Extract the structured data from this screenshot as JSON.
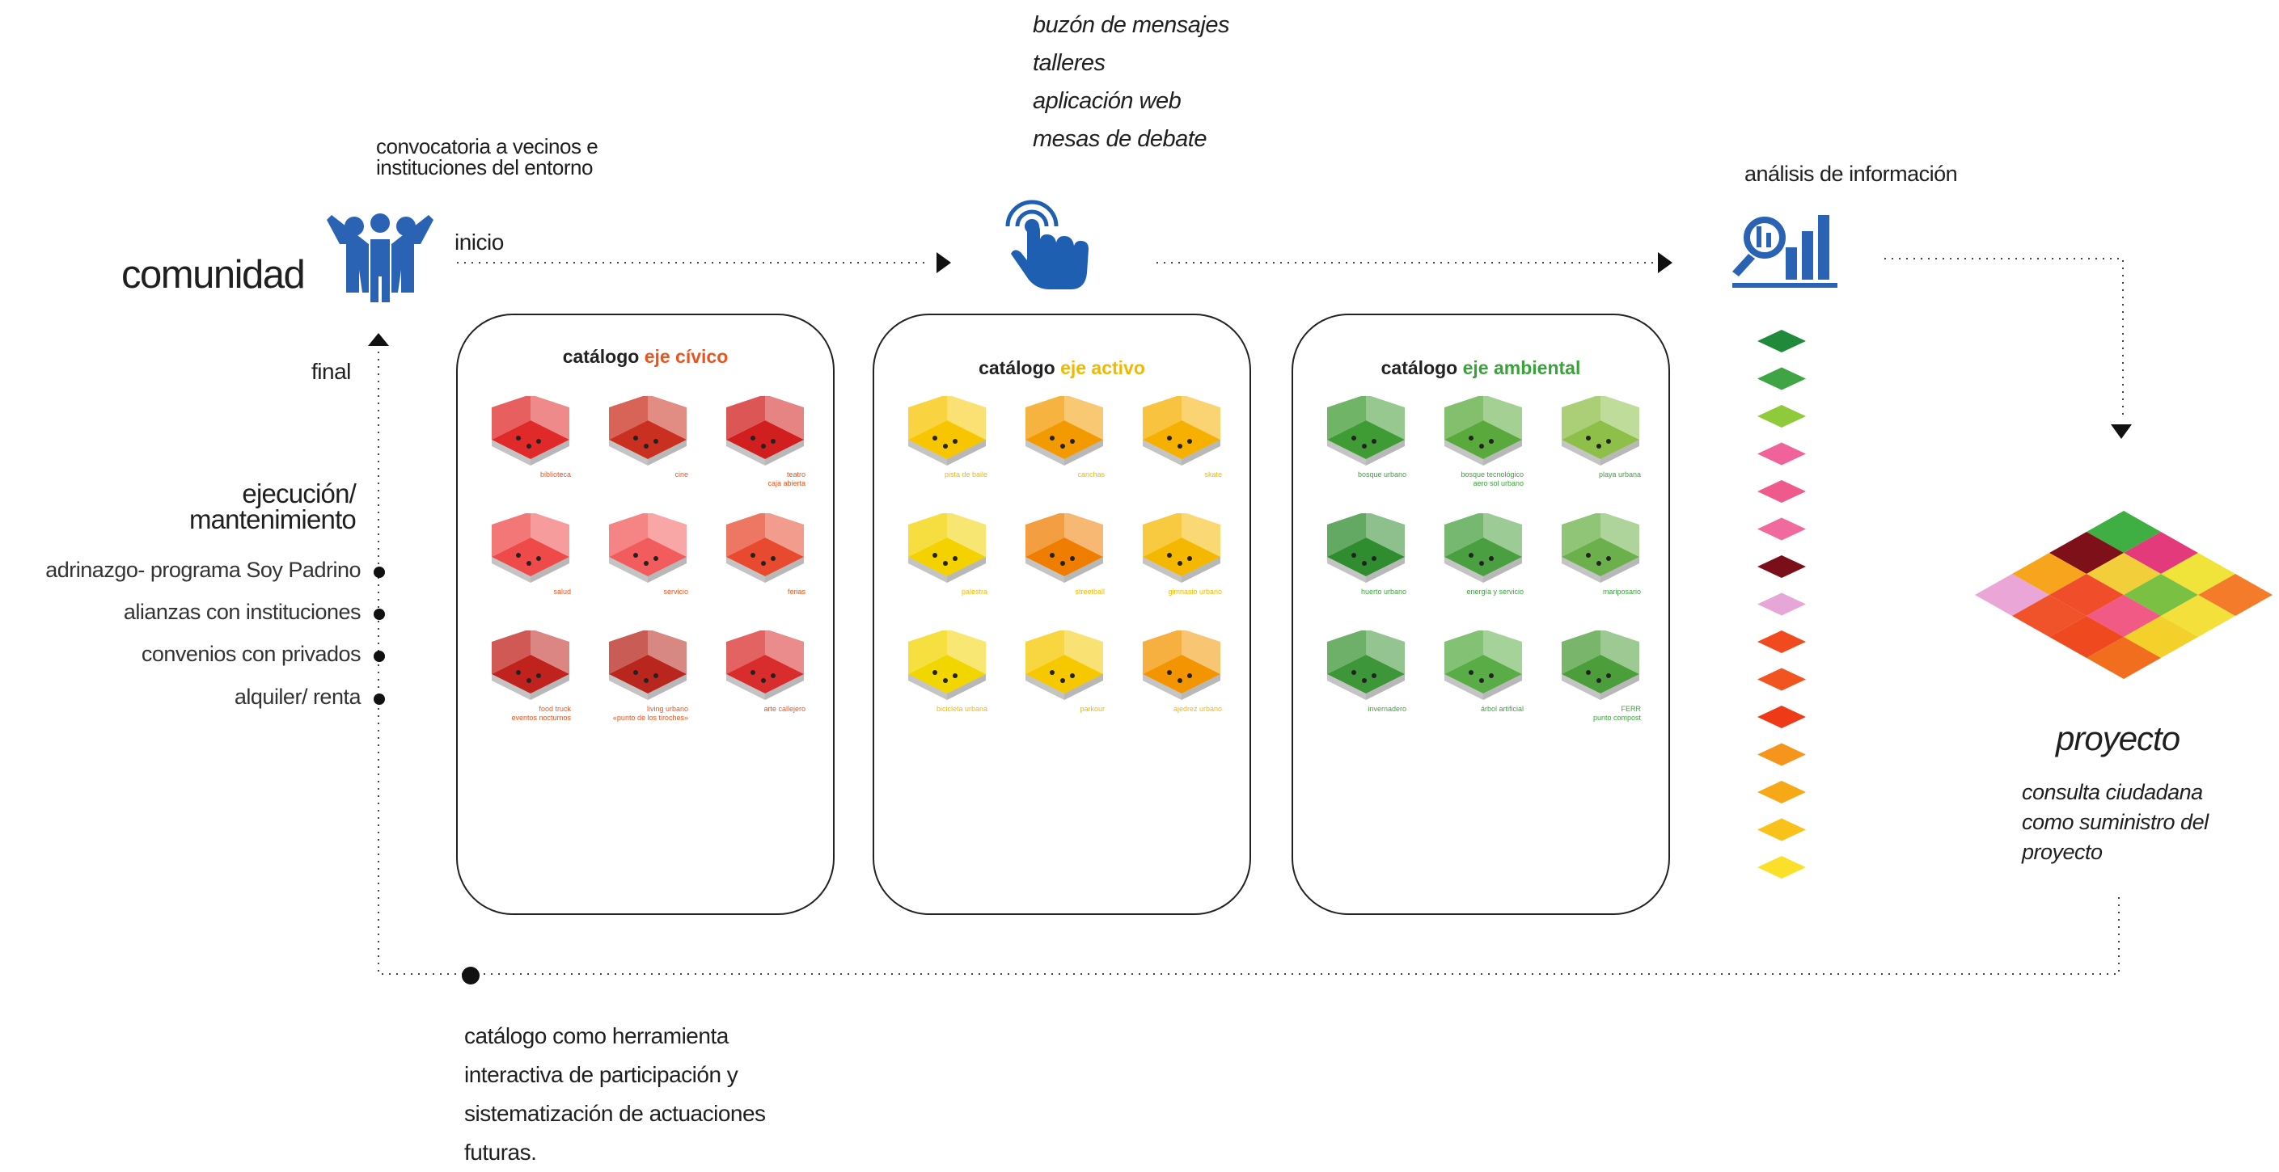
{
  "header": {
    "comunidad": "comunidad",
    "convocatoria": [
      "convocatoria a vecinos e",
      "instituciones del entorno"
    ],
    "inicio": "inicio",
    "channels": [
      "buzón de mensajes",
      "talleres",
      "aplicación web",
      "mesas de debate"
    ],
    "analisis": "análisis de información"
  },
  "left": {
    "final": "final",
    "ejecucion": [
      "ejecución/",
      "mantenimiento"
    ],
    "items": [
      "adrinazgo- programa Soy Padrino",
      "alianzas con instituciones",
      "convenios con privados",
      "alquiler/ renta"
    ]
  },
  "catalogs": [
    {
      "prefix": "catálogo ",
      "suffix": "eje cívico",
      "accent": "#e8551f",
      "items": [
        {
          "label": "biblioteca",
          "color": "#e02a2a"
        },
        {
          "label": "cine",
          "color": "#c9301f"
        },
        {
          "label": "teatro\ncaja abierta",
          "color": "#d11e1e"
        },
        {
          "label": "salud",
          "color": "#ef4a4a"
        },
        {
          "label": "servicio",
          "color": "#f25c5c"
        },
        {
          "label": "ferias",
          "color": "#e84a2f"
        },
        {
          "label": "food truck\neventos nocturnos",
          "color": "#c0221e"
        },
        {
          "label": "living urbano\n«punto de los tiroches»",
          "color": "#b8261d"
        },
        {
          "label": "arte callejero",
          "color": "#d92d2d"
        }
      ]
    },
    {
      "prefix": "catálogo ",
      "suffix": "eje activo",
      "accent": "#f2b800",
      "items": [
        {
          "label": "pista de baile",
          "color": "#f7c600"
        },
        {
          "label": "canchas",
          "color": "#f39a00"
        },
        {
          "label": "skate",
          "color": "#f5b000"
        },
        {
          "label": "palestra",
          "color": "#f3d200"
        },
        {
          "label": "streetball",
          "color": "#ef7d00"
        },
        {
          "label": "gimnasio urbano",
          "color": "#f5b800"
        },
        {
          "label": "bicicleta urbana",
          "color": "#f2d600"
        },
        {
          "label": "parkour",
          "color": "#f6c800"
        },
        {
          "label": "ajedrez urbano",
          "color": "#f39500"
        }
      ]
    },
    {
      "prefix": "catálogo ",
      "suffix": "eje ambiental",
      "accent": "#3aa23a",
      "items": [
        {
          "label": "bosque urbano",
          "color": "#3f9b34"
        },
        {
          "label": "bosque tecnológico\naero sol urbano",
          "color": "#5aa93c"
        },
        {
          "label": "playa urbana",
          "color": "#8dbf49"
        },
        {
          "label": "huerto urbano",
          "color": "#2f8c2f"
        },
        {
          "label": "energía y servicio",
          "color": "#4aa040"
        },
        {
          "label": "mariposario",
          "color": "#6bb04a"
        },
        {
          "label": "invernadero",
          "color": "#3d9637"
        },
        {
          "label": "árbol artificial",
          "color": "#5aad46"
        },
        {
          "label": "FERR\npunto compost",
          "color": "#4c9e3b"
        }
      ]
    }
  ],
  "analysis_diamonds": [
    "#1e8a3a",
    "#3fa443",
    "#8fca3b",
    "#f0629a",
    "#ef5a8d",
    "#f06a9e",
    "#7a0f1a",
    "#e6a6d8",
    "#f04a1e",
    "#f2541f",
    "#ee3a17",
    "#f5951b",
    "#f6a817",
    "#f9c21a",
    "#fbe02a"
  ],
  "proyecto": {
    "title": "proyecto",
    "subtitle": [
      "consulta ciudadana",
      "como suministro del",
      "proyecto"
    ],
    "grid_colors": [
      "#3fae43",
      "#e23a7a",
      "#f0e33a",
      "#f47b2a",
      "#7d1018",
      "#f2cf3a",
      "#7ac143",
      "#f3e03b",
      "#f8a51e",
      "#f04d2a",
      "#f15a84",
      "#f3d02a",
      "#e9a6d6",
      "#f0532a",
      "#ef4a1f",
      "#f06e1e"
    ]
  },
  "footer": [
    "catálogo como herramienta",
    "interactiva de participación y",
    "sistematización de actuaciones",
    "futuras."
  ]
}
